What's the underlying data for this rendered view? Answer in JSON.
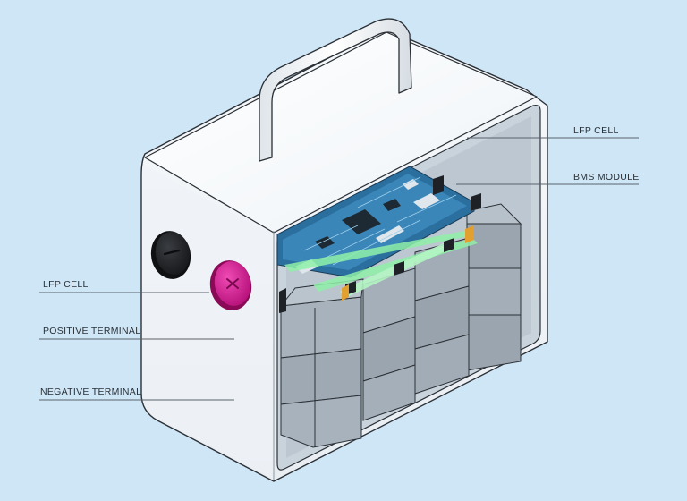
{
  "labels": {
    "lfp_cell_top": "LFP CELL",
    "bms_module": "BMS MODULE",
    "lfp_cell_left": "LFP CELL",
    "positive_terminal": "POSITIVE TERMINAL",
    "negative_terminal": "NEGATIVE TERMINAL"
  },
  "colors": {
    "background": "#cfe6f6",
    "housing": "#f4f7fa",
    "cell": "#9ea9b3",
    "pcb": "#2a6f9e",
    "busbar": "#8ff0a8",
    "positive_terminal": "#d0178f",
    "negative_terminal": "#1f2124"
  },
  "icons": {
    "positive_terminal_mark": "plus-cross",
    "negative_terminal_mark": "minus-bar"
  }
}
